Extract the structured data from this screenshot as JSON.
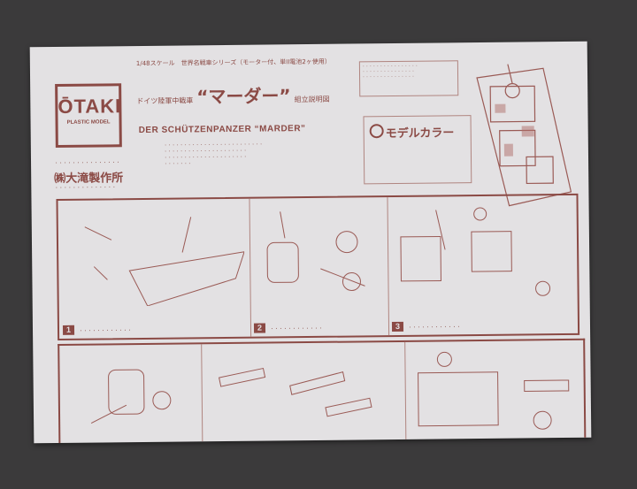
{
  "logo": {
    "brand": "ŌTAKI",
    "subtitle": "PLASTIC MODEL"
  },
  "maker": "㈱大滝製作所",
  "scale_line": "1/48スケール　世界名戦車シリーズ（モーター付、単II電池2ヶ使用）",
  "title_jp": {
    "prefix": "ドイツ陸軍中戦車",
    "name": "“マーダー”",
    "suffix": "組立説明図"
  },
  "title_en": "DER SCHÜTZENPANZER “MARDER”",
  "brand_color": {
    "label": "モデルカラー"
  },
  "steps": [
    {
      "number": "1"
    },
    {
      "number": "2"
    },
    {
      "number": "3"
    }
  ],
  "colors": {
    "ink": "#8b4a45",
    "paper": "#e3e1e3",
    "background": "#3b3a3b"
  }
}
